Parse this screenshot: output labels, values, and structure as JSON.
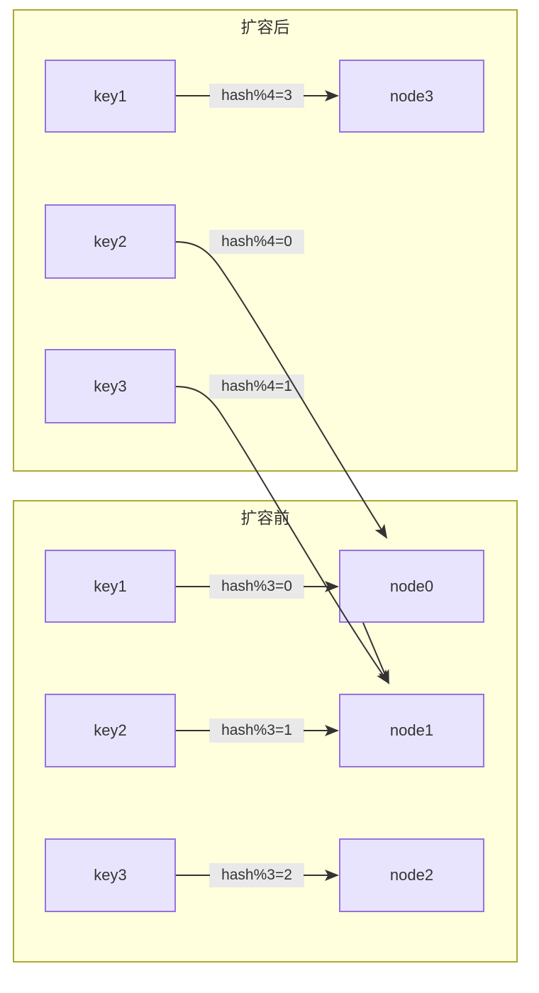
{
  "diagram": {
    "title_implied": "",
    "colors": {
      "panel_fill": "#ffffdd",
      "panel_border": "#aaaa33",
      "box_fill": "#e9e4fd",
      "box_border": "#9673e0",
      "label_bg": "#e9e9e9",
      "text": "#333333",
      "edge_stroke": "#333333"
    }
  },
  "panels": [
    {
      "id": "after",
      "title": "扩容后",
      "keys": [
        {
          "label": "key1"
        },
        {
          "label": "key2"
        },
        {
          "label": "key3"
        }
      ],
      "nodes": [
        {
          "label": "node3"
        }
      ],
      "edges": [
        {
          "from": "key1",
          "to": "node3",
          "label": "hash%4=3",
          "kind": "straight"
        },
        {
          "from": "key2",
          "to": "node0",
          "label": "hash%4=0",
          "kind": "curve"
        },
        {
          "from": "key3",
          "to": "node1",
          "label": "hash%4=1",
          "kind": "curve"
        }
      ]
    },
    {
      "id": "before",
      "title": "扩容前",
      "keys": [
        {
          "label": "key1"
        },
        {
          "label": "key2"
        },
        {
          "label": "key3"
        }
      ],
      "nodes": [
        {
          "label": "node0"
        },
        {
          "label": "node1"
        },
        {
          "label": "node2"
        }
      ],
      "edges": [
        {
          "from": "key1",
          "to": "node0",
          "label": "hash%3=0",
          "kind": "straight"
        },
        {
          "from": "key2",
          "to": "node1",
          "label": "hash%3=1",
          "kind": "straight"
        },
        {
          "from": "key3",
          "to": "node2",
          "label": "hash%3=2",
          "kind": "straight"
        }
      ]
    }
  ]
}
